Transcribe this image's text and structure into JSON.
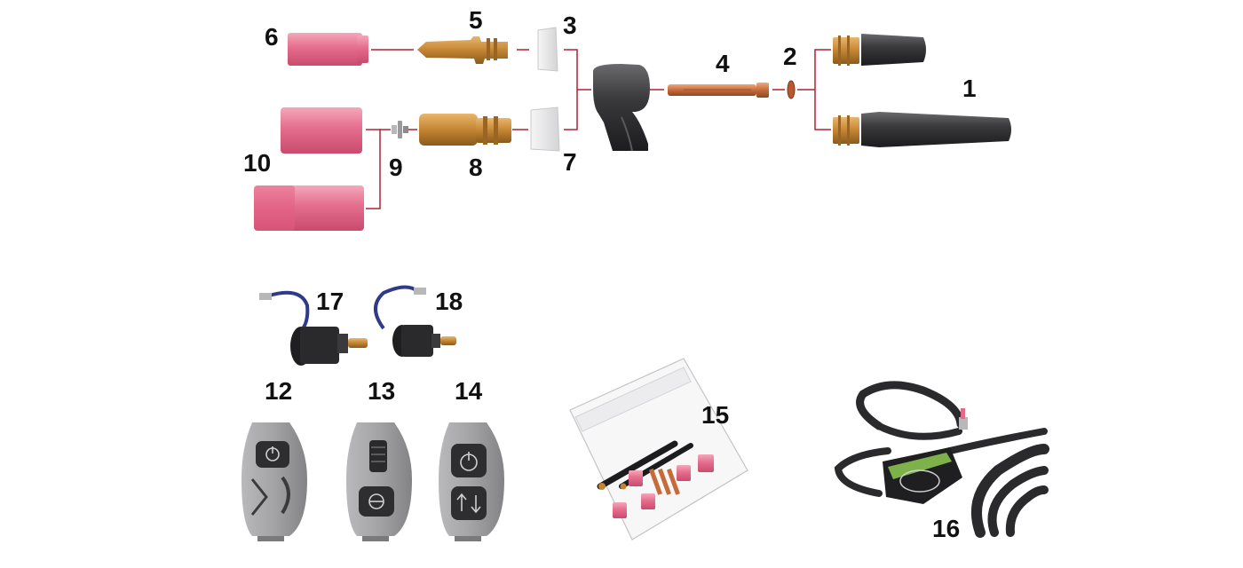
{
  "figure": {
    "colors": {
      "leader_line": "#b02030",
      "ceramic_pink": "#e8708f",
      "brass": "#c88a3a",
      "copper": "#c56a3a",
      "torch_body": "#2e2e30",
      "switch_grey": "#9a9a9c"
    },
    "labels": {
      "p1": "1",
      "p2": "2",
      "p3": "3",
      "p4": "4",
      "p5": "5",
      "p6": "6",
      "p7": "7",
      "p8": "8",
      "p9": "9",
      "p10": "10",
      "p12": "12",
      "p13": "13",
      "p14": "14",
      "p15": "15",
      "p16": "16",
      "p17": "17",
      "p18": "18"
    }
  }
}
